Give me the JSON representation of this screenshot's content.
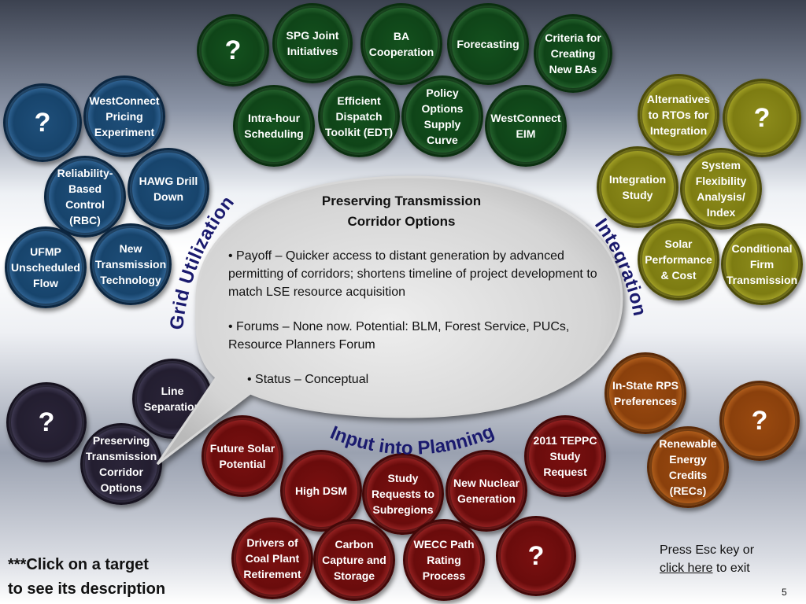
{
  "bubbles": [
    {
      "id": "green-q",
      "color": "green",
      "text": "?"
    },
    {
      "id": "spg-joint-initiatives",
      "color": "green",
      "text": "SPG Joint Initiatives"
    },
    {
      "id": "ba-cooperation",
      "color": "green",
      "text": "BA Cooperation"
    },
    {
      "id": "forecasting",
      "color": "green",
      "text": "Forecasting"
    },
    {
      "id": "criteria-creating-new-bas",
      "color": "green",
      "text": "Criteria for Creating New BAs"
    },
    {
      "id": "intra-hour-scheduling",
      "color": "green",
      "text": "Intra-hour Scheduling"
    },
    {
      "id": "efficient-dispatch-toolkit",
      "color": "green",
      "text": "Efficient Dispatch Toolkit (EDT)"
    },
    {
      "id": "policy-options-supply-curve",
      "color": "green",
      "text": "Policy Options Supply Curve"
    },
    {
      "id": "westconnect-eim",
      "color": "green",
      "text": "WestConnect EIM"
    },
    {
      "id": "blue-q",
      "color": "blue",
      "text": "?"
    },
    {
      "id": "westconnect-pricing-experiment",
      "color": "blue",
      "text": "WestConnect Pricing Experiment"
    },
    {
      "id": "reliability-based-control",
      "color": "blue",
      "text": "Reliability-Based Control (RBC)"
    },
    {
      "id": "hawg-drill-down",
      "color": "blue",
      "text": "HAWG Drill Down"
    },
    {
      "id": "ufmp-unscheduled-flow",
      "color": "blue",
      "text": "UFMP Unscheduled Flow"
    },
    {
      "id": "new-transmission-technology",
      "color": "blue",
      "text": "New Transmission Technology"
    },
    {
      "id": "alternatives-to-rtos",
      "color": "olive",
      "text": "Alternatives to RTOs for Integration"
    },
    {
      "id": "olive-q",
      "color": "olive",
      "text": "?"
    },
    {
      "id": "integration-study",
      "color": "olive",
      "text": "Integration Study"
    },
    {
      "id": "system-flexibility",
      "color": "olive",
      "text": "System Flexibility Analysis/ Index"
    },
    {
      "id": "solar-performance-cost",
      "color": "olive",
      "text": "Solar Performance & Cost"
    },
    {
      "id": "conditional-firm-transmission",
      "color": "olive",
      "text": "Conditional Firm Transmission"
    },
    {
      "id": "in-state-rps",
      "color": "orange",
      "text": "In-State RPS Preferences"
    },
    {
      "id": "orange-q",
      "color": "orange",
      "text": "?"
    },
    {
      "id": "renewable-energy-credits",
      "color": "orange",
      "text": "Renewable Energy Credits (RECs)"
    },
    {
      "id": "purple-q",
      "color": "purple",
      "text": "?"
    },
    {
      "id": "line-separation",
      "color": "purple",
      "text": "Line Separation"
    },
    {
      "id": "preserving-transmission-corridor",
      "color": "purple",
      "text": "Preserving Transmission Corridor Options"
    },
    {
      "id": "future-solar-potential",
      "color": "red",
      "text": "Future Solar Potential"
    },
    {
      "id": "high-dsm",
      "color": "red",
      "text": "High DSM"
    },
    {
      "id": "study-requests-subregions",
      "color": "red",
      "text": "Study Requests to Subregions"
    },
    {
      "id": "new-nuclear-generation",
      "color": "red",
      "text": "New Nuclear Generation"
    },
    {
      "id": "teppc-study-request",
      "color": "red",
      "text": "2011 TEPPC Study Request"
    },
    {
      "id": "drivers-coal-plant-retirement",
      "color": "red",
      "text": "Drivers of Coal Plant Retirement"
    },
    {
      "id": "carbon-capture-storage",
      "color": "red",
      "text": "Carbon Capture and Storage"
    },
    {
      "id": "wecc-path-rating",
      "color": "red",
      "text": "WECC Path Rating Process"
    },
    {
      "id": "red-q",
      "color": "red",
      "text": "?"
    }
  ],
  "category_labels": {
    "grid_utilization": "Grid Utilization",
    "integration": "Integration",
    "input_into_planning": "Input into Planning"
  },
  "callout": {
    "title_line1": "Preserving Transmission",
    "title_line2": "Corridor Options",
    "payoff": "• Payoff –  Quicker access to distant generation by advanced permitting of corridors; shortens timeline of project development to match LSE resource acquisition",
    "forums": "• Forums – None now. Potential: BLM, Forest Service, PUCs, Resource Planners Forum",
    "status": "• Status – Conceptual"
  },
  "footer": {
    "instruction_line1": "***Click on a target",
    "instruction_line2": "to see its description",
    "exit_line1": "Press Esc key or",
    "exit_link": "click here",
    "exit_suffix": " to exit",
    "page_number": "5"
  }
}
